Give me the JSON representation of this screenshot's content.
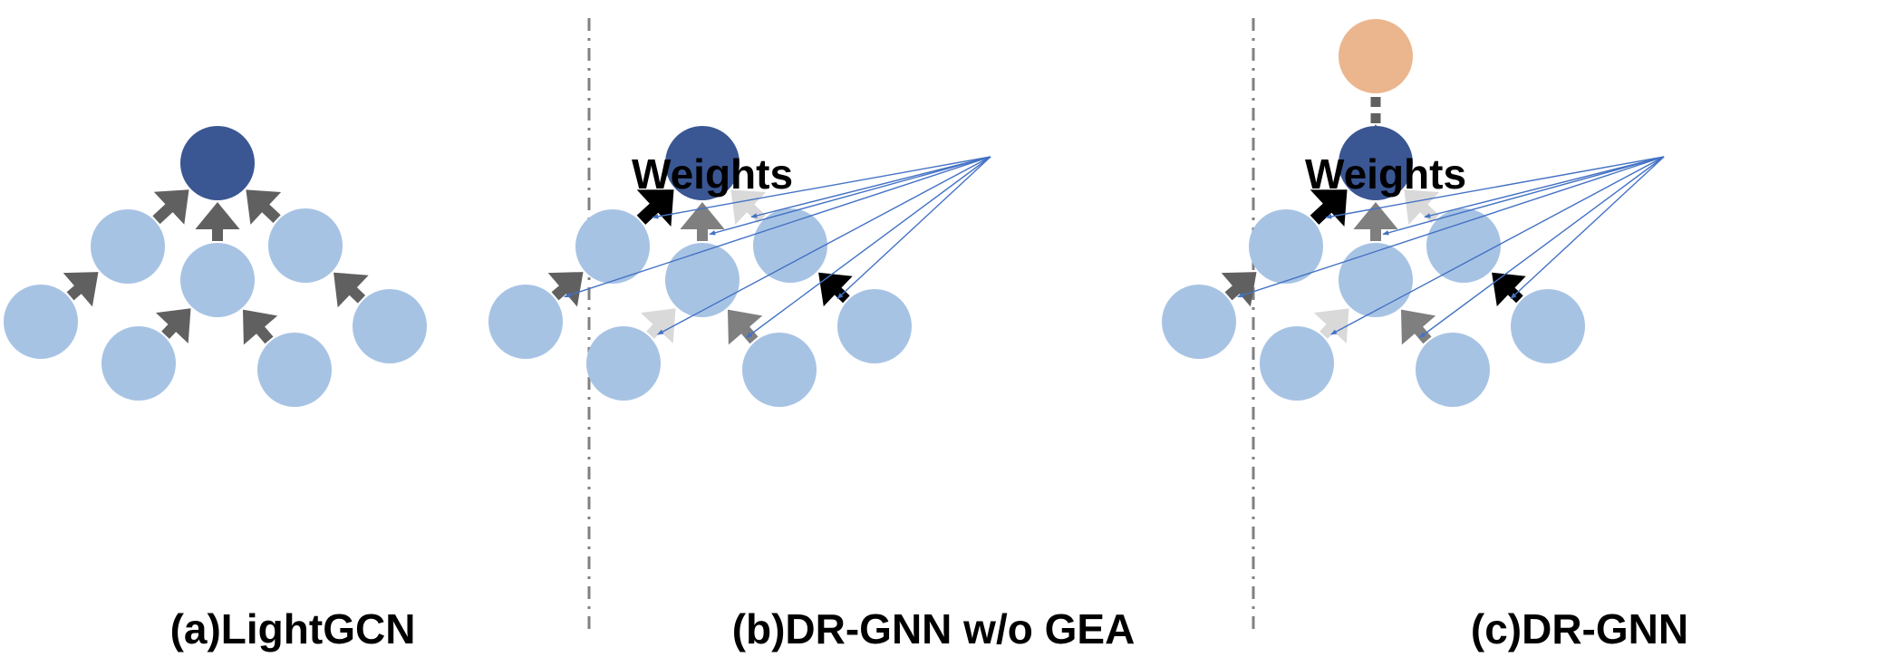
{
  "panels": [
    {
      "id": "a",
      "caption": "(a)LightGCN"
    },
    {
      "id": "b",
      "caption": "(b)DR-GNN w/o GEA",
      "weights_label": "Weights"
    },
    {
      "id": "c",
      "caption": "(c)DR-GNN",
      "weights_label": "Weights"
    }
  ],
  "colors": {
    "center_node": "#3A5693",
    "neighbor_node": "#A7C3E4",
    "extra_node": "#EBB68E",
    "edge_dark": "#606060",
    "edge_black": "#000000",
    "edge_light": "#D9D9D9",
    "edge_mid": "#7F7F7F",
    "weight_line": "#4472C4",
    "separator": "#808080"
  }
}
